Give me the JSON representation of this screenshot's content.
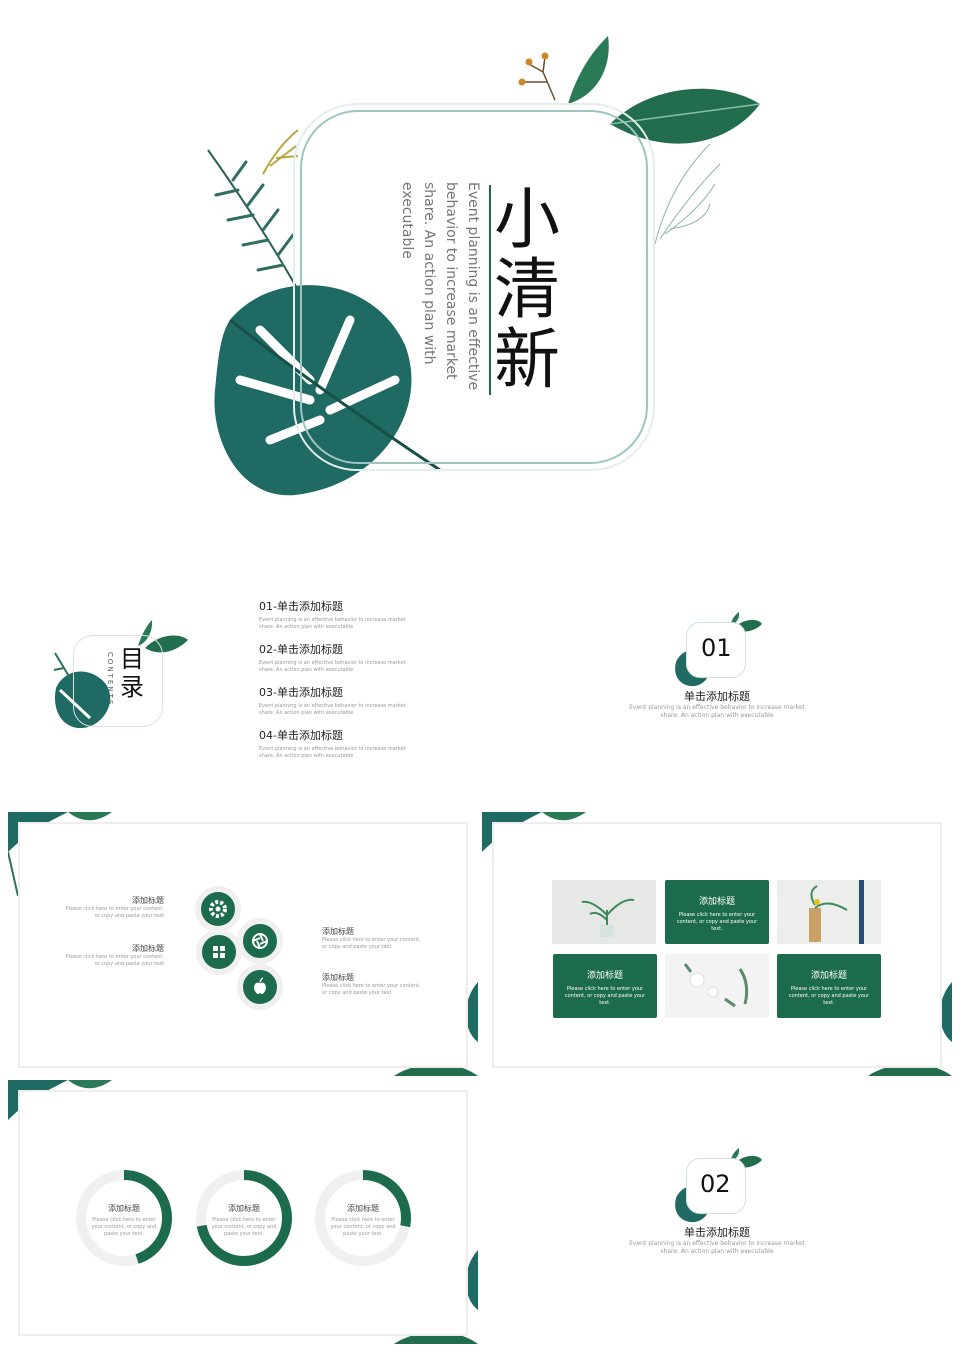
{
  "cover": {
    "title": "小清新",
    "subtitle": "Event planning is an effective behavior to increase market share. An action plan with executable"
  },
  "contents": {
    "title": "目录",
    "title_en": "CONTENTS",
    "items": [
      {
        "label": "01-单击添加标题",
        "desc": "Event planning is an effective behavior to increase market share. An action plan with executable"
      },
      {
        "label": "02-单击添加标题",
        "desc": "Event planning is an effective behavior to increase market share. An action plan with executable"
      },
      {
        "label": "03-单击添加标题",
        "desc": "Event planning is an effective behavior to increase market share. An action plan with executable"
      },
      {
        "label": "04-单击添加标题",
        "desc": "Event planning is an effective behavior to increase market share. An action plan with executable"
      }
    ]
  },
  "section1": {
    "number": "01",
    "title": "单击添加标题",
    "desc": "Event planning is an effective behavior to increase market share. An action plan with executable"
  },
  "section2": {
    "number": "02",
    "title": "单击添加标题",
    "desc": "Event planning is an effective behavior to increase market share. An action plan with executable"
  },
  "slide_icons": {
    "left_items": [
      {
        "title": "添加标题",
        "desc": "Please click here to enter your content, or copy and paste your text"
      },
      {
        "title": "添加标题",
        "desc": "Please click here to enter your content, or copy and paste your text"
      }
    ],
    "right_items": [
      {
        "title": "添加标题",
        "desc": "Please click here to enter your content, or copy and paste your text"
      },
      {
        "title": "添加标题",
        "desc": "Please click here to enter your content, or copy and paste your text"
      }
    ],
    "icons": [
      "gear-icon",
      "windows-icon",
      "aperture-icon",
      "apple-icon"
    ]
  },
  "slide_grid": {
    "tiles": [
      {
        "title": "添加标题",
        "desc": "Please click here to enter your content, or copy and paste your text."
      },
      {
        "title": "添加标题",
        "desc": "Please click here to enter your content, or copy and paste your text."
      },
      {
        "title": "添加标题",
        "desc": "Please click here to enter your content, or copy and paste your text."
      }
    ]
  },
  "slide_rings": {
    "rings": [
      {
        "title": "添加标题",
        "desc": "Please click here to enter your content, or copy and paste your text.",
        "fraction": 0.45
      },
      {
        "title": "添加标题",
        "desc": "Please click here to enter your content, or copy and paste your text.",
        "fraction": 0.72
      },
      {
        "title": "添加标题",
        "desc": "Please click here to enter your content, or copy and paste your text.",
        "fraction": 0.28
      }
    ]
  },
  "colors": {
    "accent": "#1d6b4d",
    "ring_bg": "#f0f0f0",
    "frame": "#9fc5c3"
  }
}
